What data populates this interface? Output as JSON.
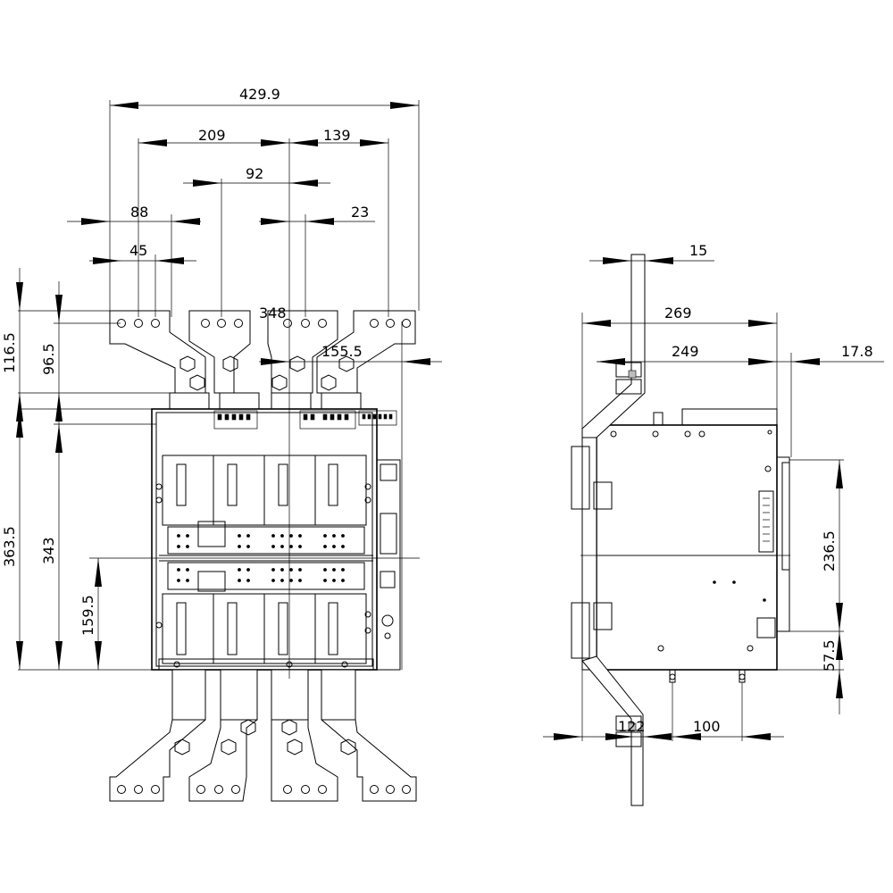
{
  "front_view": {
    "horizontal_dims": [
      "429.9",
      "209",
      "139",
      "92",
      "88",
      "23",
      "45",
      "348",
      "155.5"
    ],
    "vertical_dims": [
      "116.5",
      "96.5",
      "363.5",
      "343",
      "159.5"
    ]
  },
  "side_view": {
    "horizontal_dims": [
      "15",
      "269",
      "249",
      "17.8",
      "100",
      "122"
    ],
    "vertical_dims": [
      "236.5",
      "57.5"
    ]
  }
}
